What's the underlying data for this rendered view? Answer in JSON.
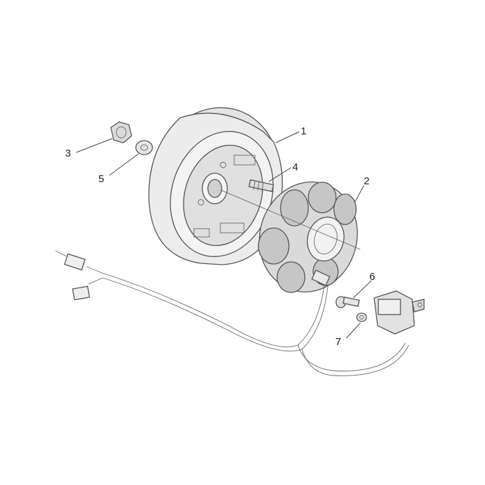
{
  "colors": {
    "outline": "#555555",
    "body_light": "#efefef",
    "body_mid": "#d8d8d8",
    "body_dark": "#b7b7b7",
    "coil": "#c9c9c9",
    "background": "#ffffff"
  },
  "callouts": [
    {
      "id": "1",
      "label": "1"
    },
    {
      "id": "2",
      "label": "2"
    },
    {
      "id": "3",
      "label": "3"
    },
    {
      "id": "4",
      "label": "4"
    },
    {
      "id": "5",
      "label": "5"
    },
    {
      "id": "6",
      "label": "6"
    },
    {
      "id": "7",
      "label": "7"
    }
  ]
}
